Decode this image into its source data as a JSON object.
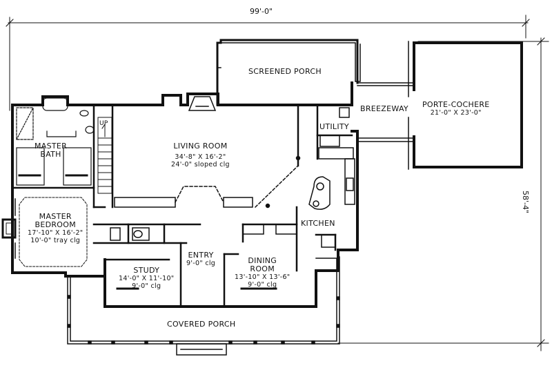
{
  "dimensions": {
    "overall_width": "99'-0\"",
    "overall_depth": "58'-4\""
  },
  "rooms": {
    "screened_porch": {
      "name": "SCREENED PORCH"
    },
    "porte_cochere": {
      "name": "PORTE-COCHERE",
      "size": "21'-0\" X 23'-0\""
    },
    "breezeway": {
      "name": "BREEZEWAY"
    },
    "utility": {
      "name": "UTILITY"
    },
    "master_bath": {
      "name1": "MASTER",
      "name2": "BATH"
    },
    "living_room": {
      "name": "LIVING ROOM",
      "size": "34'-8\" X 16'-2\"",
      "ceiling": "24'-0\" sloped clg"
    },
    "kitchen": {
      "name": "KITCHEN"
    },
    "master_bedroom": {
      "name1": "MASTER",
      "name2": "BEDROOM",
      "size": "17'-10\" X 16'-2\"",
      "ceiling": "10'-0\" tray clg"
    },
    "entry": {
      "name": "ENTRY",
      "ceiling": "9'-0\" clg"
    },
    "study": {
      "name": "STUDY",
      "size": "14'-0\" X 11'-10\"",
      "ceiling": "9'-0\" clg"
    },
    "dining_room": {
      "name1": "DINING",
      "name2": "ROOM",
      "size": "13'-10\" X 13'-6\"",
      "ceiling": "9'-0\" clg"
    },
    "covered_porch": {
      "name": "COVERED PORCH"
    }
  },
  "stair_label": "UP"
}
